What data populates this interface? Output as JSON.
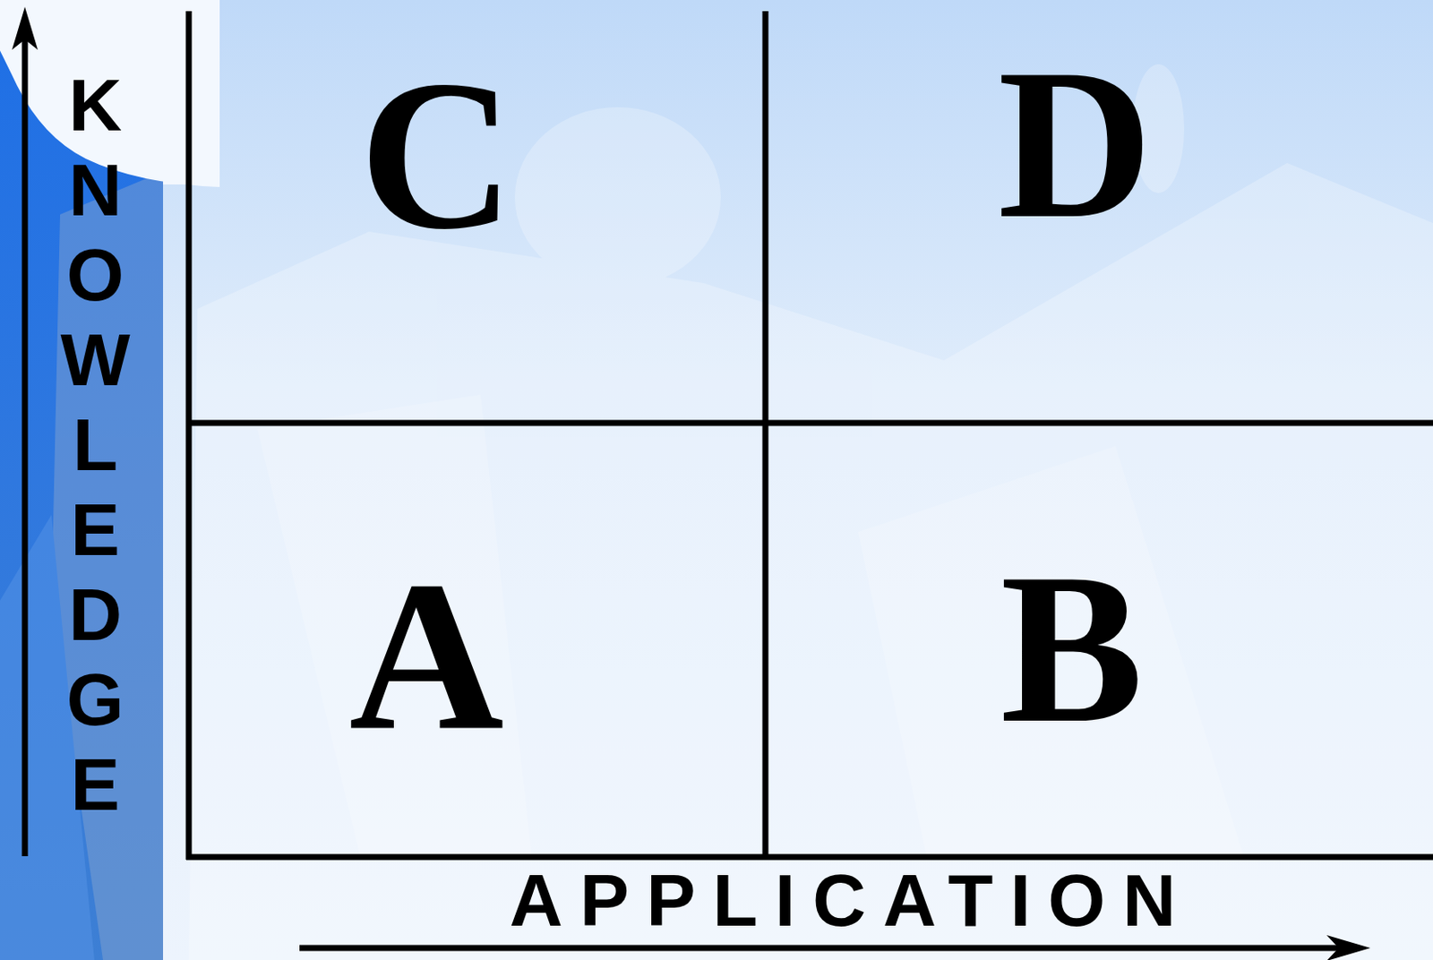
{
  "diagram": {
    "nodes": [
      {
        "text": [
          "C"
        ]
      },
      {
        "text": [
          "D"
        ]
      },
      {
        "text": [
          "A"
        ]
      },
      {
        "text": [
          "B"
        ]
      }
    ],
    "labels": [
      "KNOWLEDGE",
      "APPLICATION"
    ]
  }
}
